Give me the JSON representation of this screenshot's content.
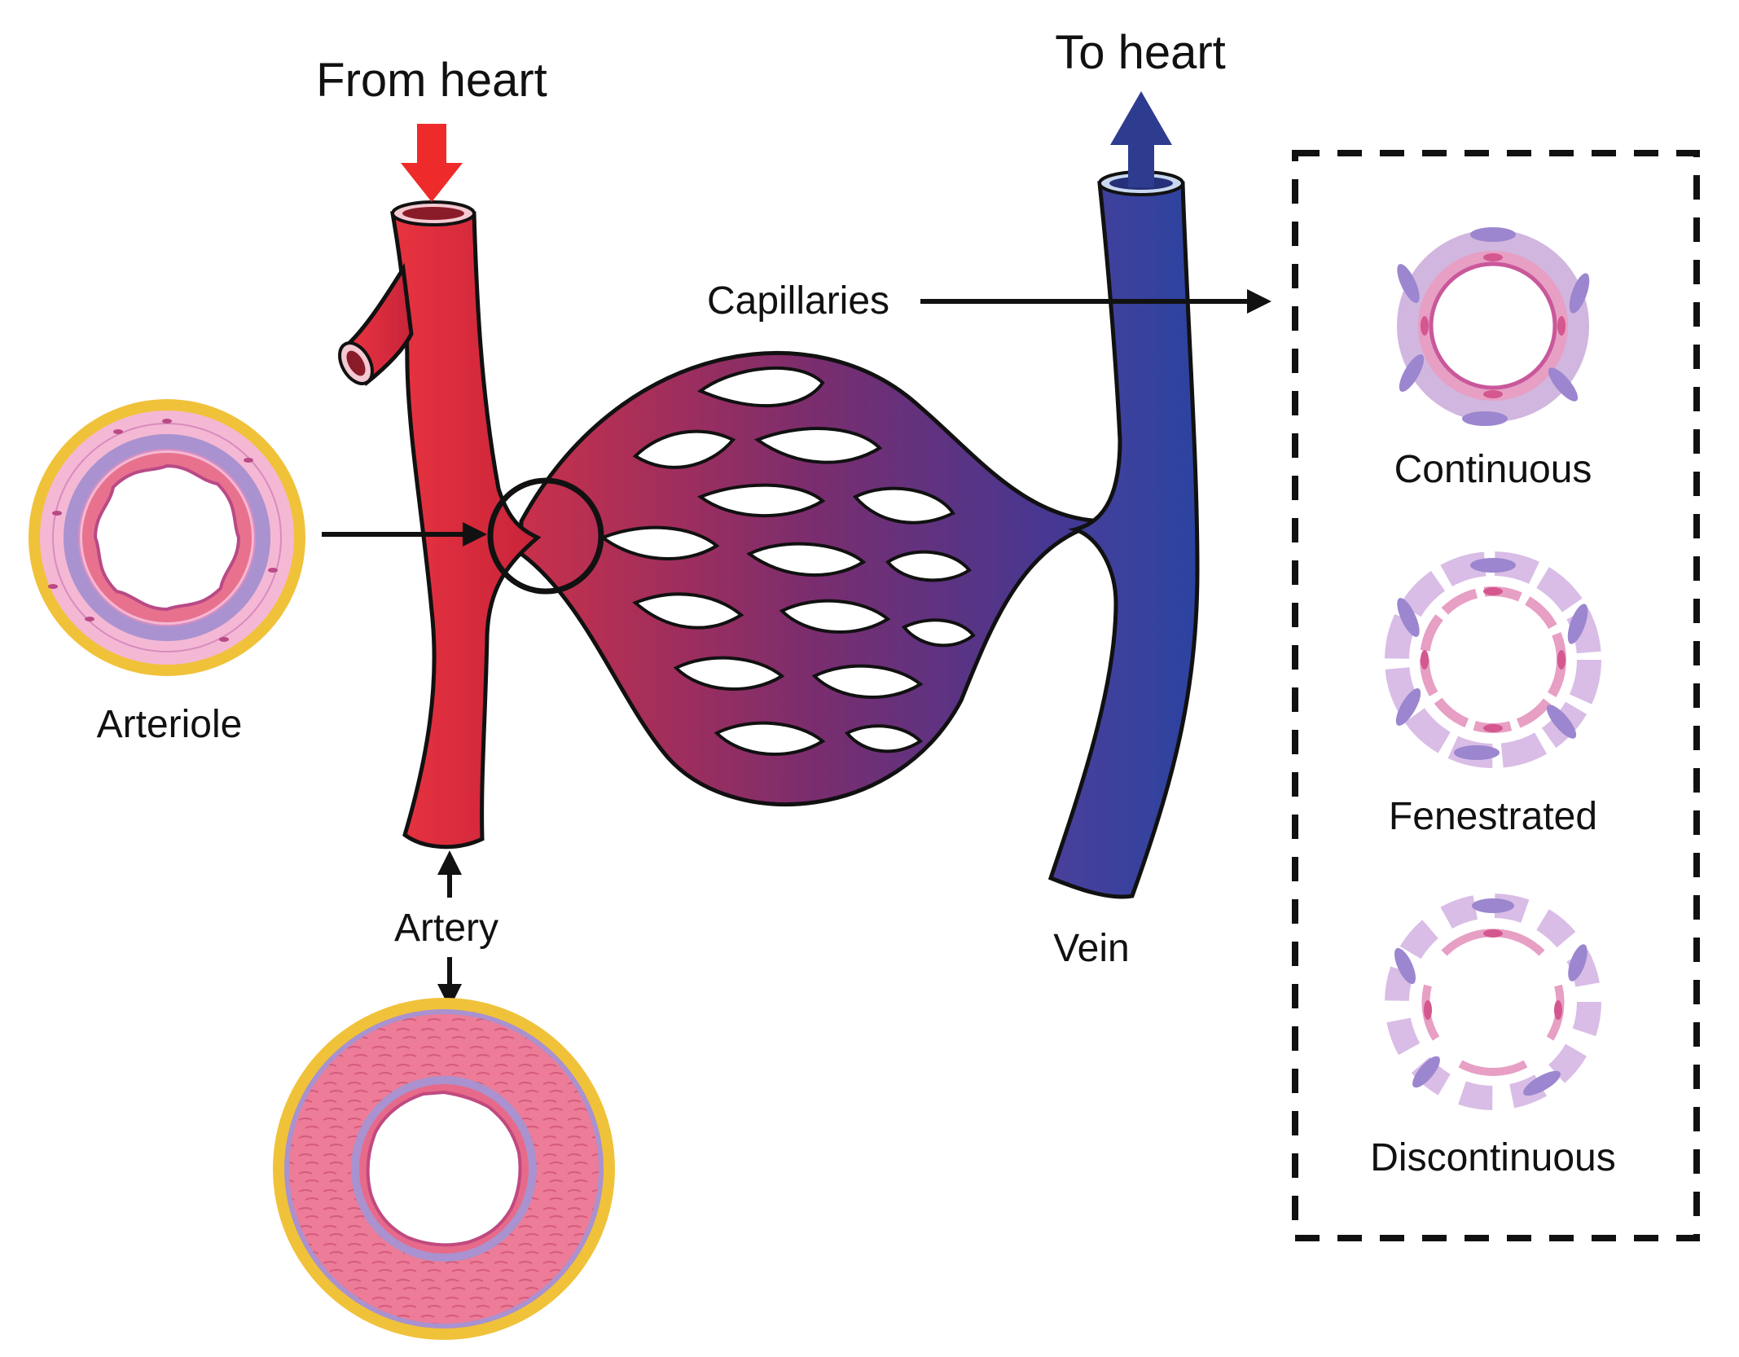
{
  "labels": {
    "from_heart": "From heart",
    "to_heart": "To heart",
    "capillaries": "Capillaries",
    "arteriole": "Arteriole",
    "artery": "Artery",
    "vein": "Vein",
    "continuous": "Continuous",
    "fenestrated": "Fenestrated",
    "discontinuous": "Discontinuous"
  },
  "colors": {
    "artery_red": "#d42838",
    "vein_blue": "#2f3f9e",
    "capillary_purple": "#7a2e6e",
    "arrow_red": "#ee2a2a",
    "arrow_blue": "#2e3c8f",
    "adventitia_yellow": "#f0c23a",
    "media_pink": "#e8728e",
    "endothelium_purple": "#a992cf",
    "cell_lavender": "#c9a9d9"
  },
  "icons": {
    "from_heart": "red-down-arrow-icon",
    "to_heart": "blue-up-arrow-icon"
  }
}
